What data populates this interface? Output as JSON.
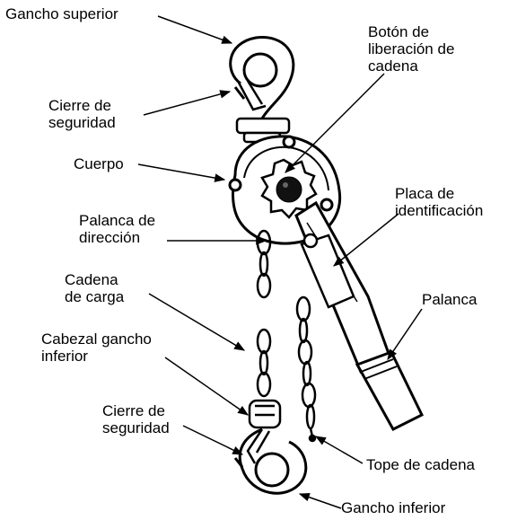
{
  "labels": {
    "gancho_superior": [
      "Gancho superior"
    ],
    "cierre_seguridad_superior": [
      "Cierre de",
      "seguridad"
    ],
    "cuerpo": [
      "Cuerpo"
    ],
    "palanca_direccion": [
      "Palanca de",
      "dirección"
    ],
    "cadena_carga": [
      "Cadena",
      "de carga"
    ],
    "cabezal_gancho_inferior": [
      "Cabezal gancho",
      "inferior"
    ],
    "cierre_seguridad_inferior": [
      "Cierre de",
      "seguridad"
    ],
    "boton_liberacion": [
      "Botón de",
      "liberación de",
      "cadena"
    ],
    "placa_identificacion": [
      "Placa de",
      "identificación"
    ],
    "palanca": [
      "Palanca"
    ],
    "tope_cadena": [
      "Tope de cadena"
    ],
    "gancho_inferior": [
      "Gancho inferior"
    ]
  },
  "colors": {
    "ink": "#000000",
    "paper": "#ffffff",
    "shade": "#d9d9d9"
  }
}
